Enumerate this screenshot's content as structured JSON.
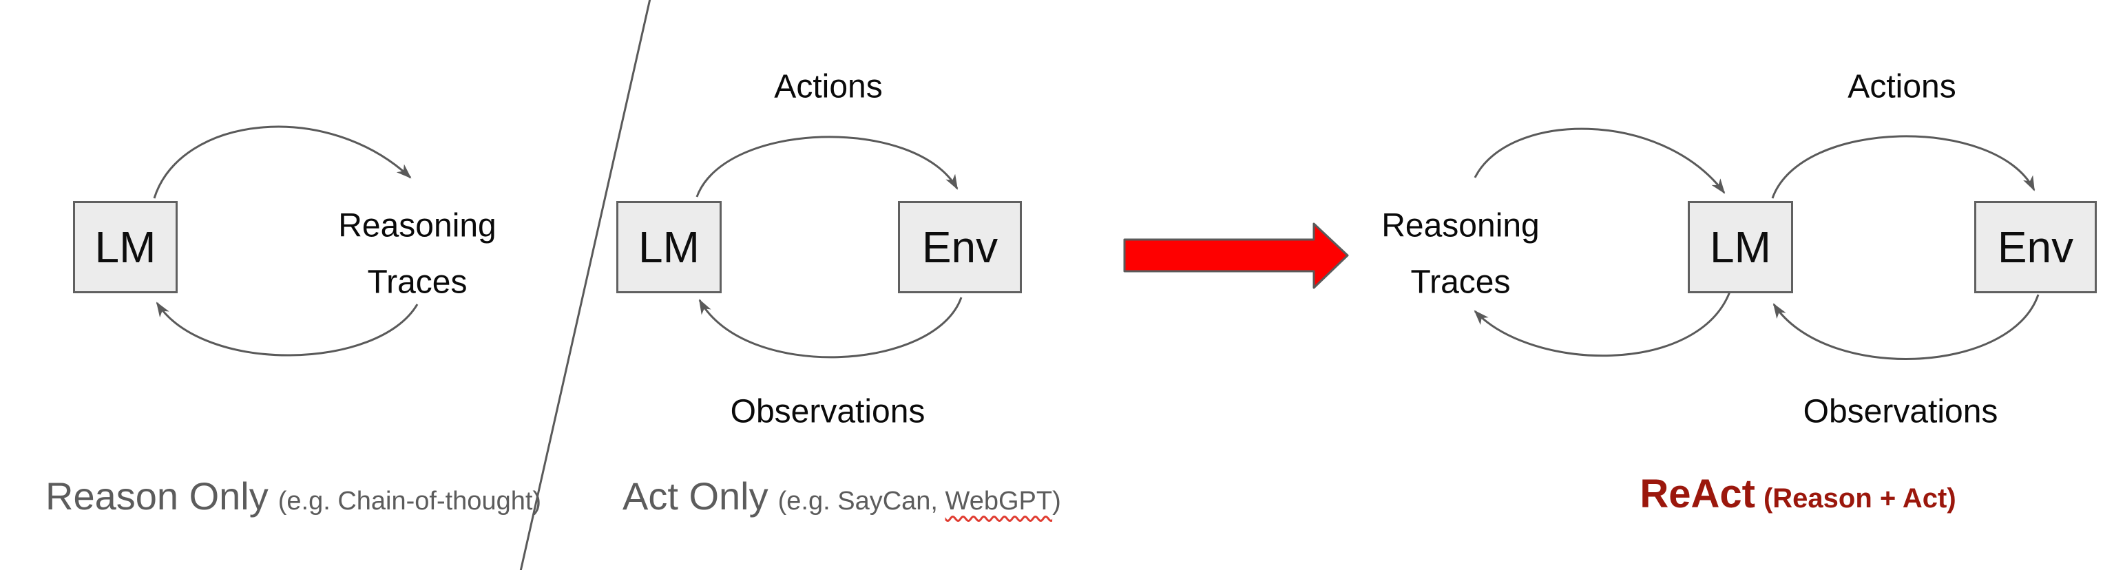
{
  "colors": {
    "background": "#ffffff",
    "box_fill": "#ececec",
    "box_border": "#606060",
    "wire_stroke": "#5a5a5a",
    "diagram_text": "#0a0a0a",
    "caption_gray": "#5c5c5c",
    "transform_arrow_fill": "#fe0000",
    "transform_arrow_stroke": "#5a5a5a",
    "react_maroon": "#9b170c",
    "squiggle_red": "#e03c31"
  },
  "panels": [
    {
      "id": "reason-only",
      "lm_label": "LM",
      "loop_target_line1": "Reasoning",
      "loop_target_line2": "Traces",
      "caption": "Reason Only",
      "caption_note": "(e.g. Chain-of-thought)"
    },
    {
      "id": "act-only",
      "lm_label": "LM",
      "env_label": "Env",
      "top_label": "Actions",
      "bottom_label": "Observations",
      "caption": "Act Only",
      "caption_note_prefix": "(e.g. SayCan, ",
      "caption_note_misspelled": "WebGPT",
      "caption_note_suffix": ")"
    },
    {
      "id": "react",
      "lm_label": "LM",
      "env_label": "Env",
      "top_label": "Actions",
      "bottom_label": "Observations",
      "loop_target_line1": "Reasoning",
      "loop_target_line2": "Traces",
      "caption": "ReAct",
      "caption_note": "(Reason + Act)"
    }
  ]
}
